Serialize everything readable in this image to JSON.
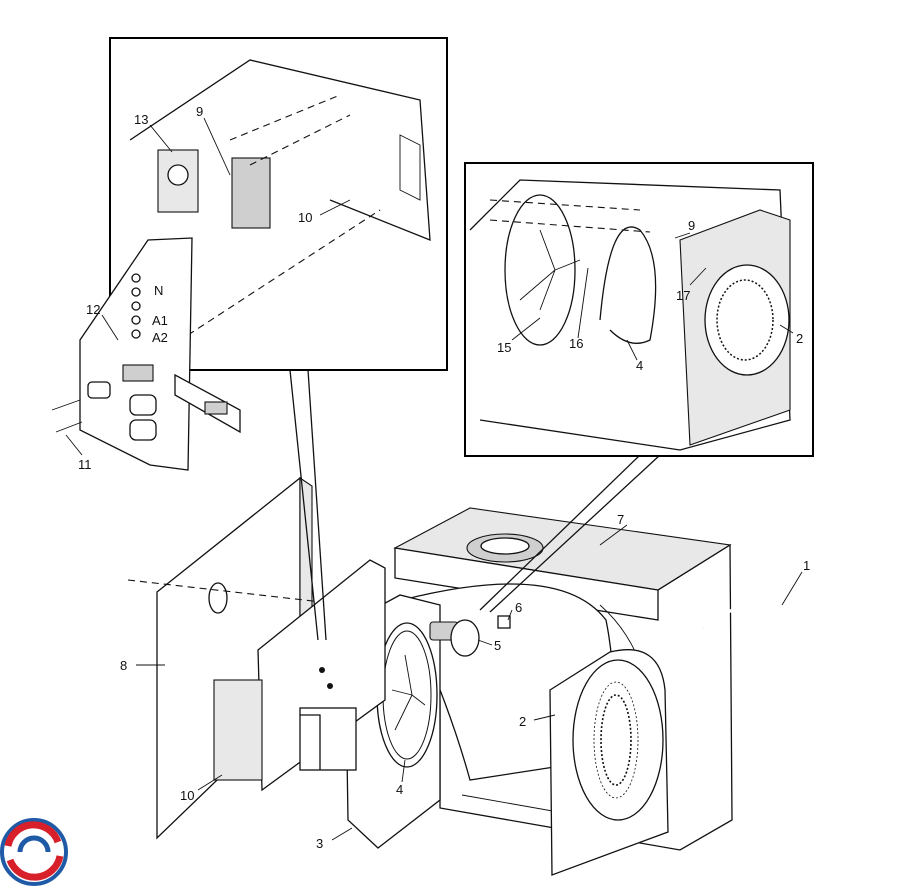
{
  "diagram": {
    "callouts": {
      "c1": "1",
      "c2a": "2",
      "c2b": "2",
      "c3": "3",
      "c4a": "4",
      "c4b": "4",
      "c5": "5",
      "c6": "6",
      "c7": "7",
      "c8": "8",
      "c9a": "9",
      "c9b": "9",
      "c10a": "10",
      "c10b": "10",
      "c11": "11",
      "c12": "12",
      "c13": "13",
      "c15": "15",
      "c16": "16",
      "c17": "17"
    },
    "panel_markings": {
      "n": "N",
      "a1": "A1",
      "a2": "A2"
    }
  },
  "icons": {
    "brand_logo": "brand-logo-icon"
  },
  "colors": {
    "logo_red": "#d8202a",
    "logo_blue": "#1f5aa6",
    "ink": "#111111"
  }
}
